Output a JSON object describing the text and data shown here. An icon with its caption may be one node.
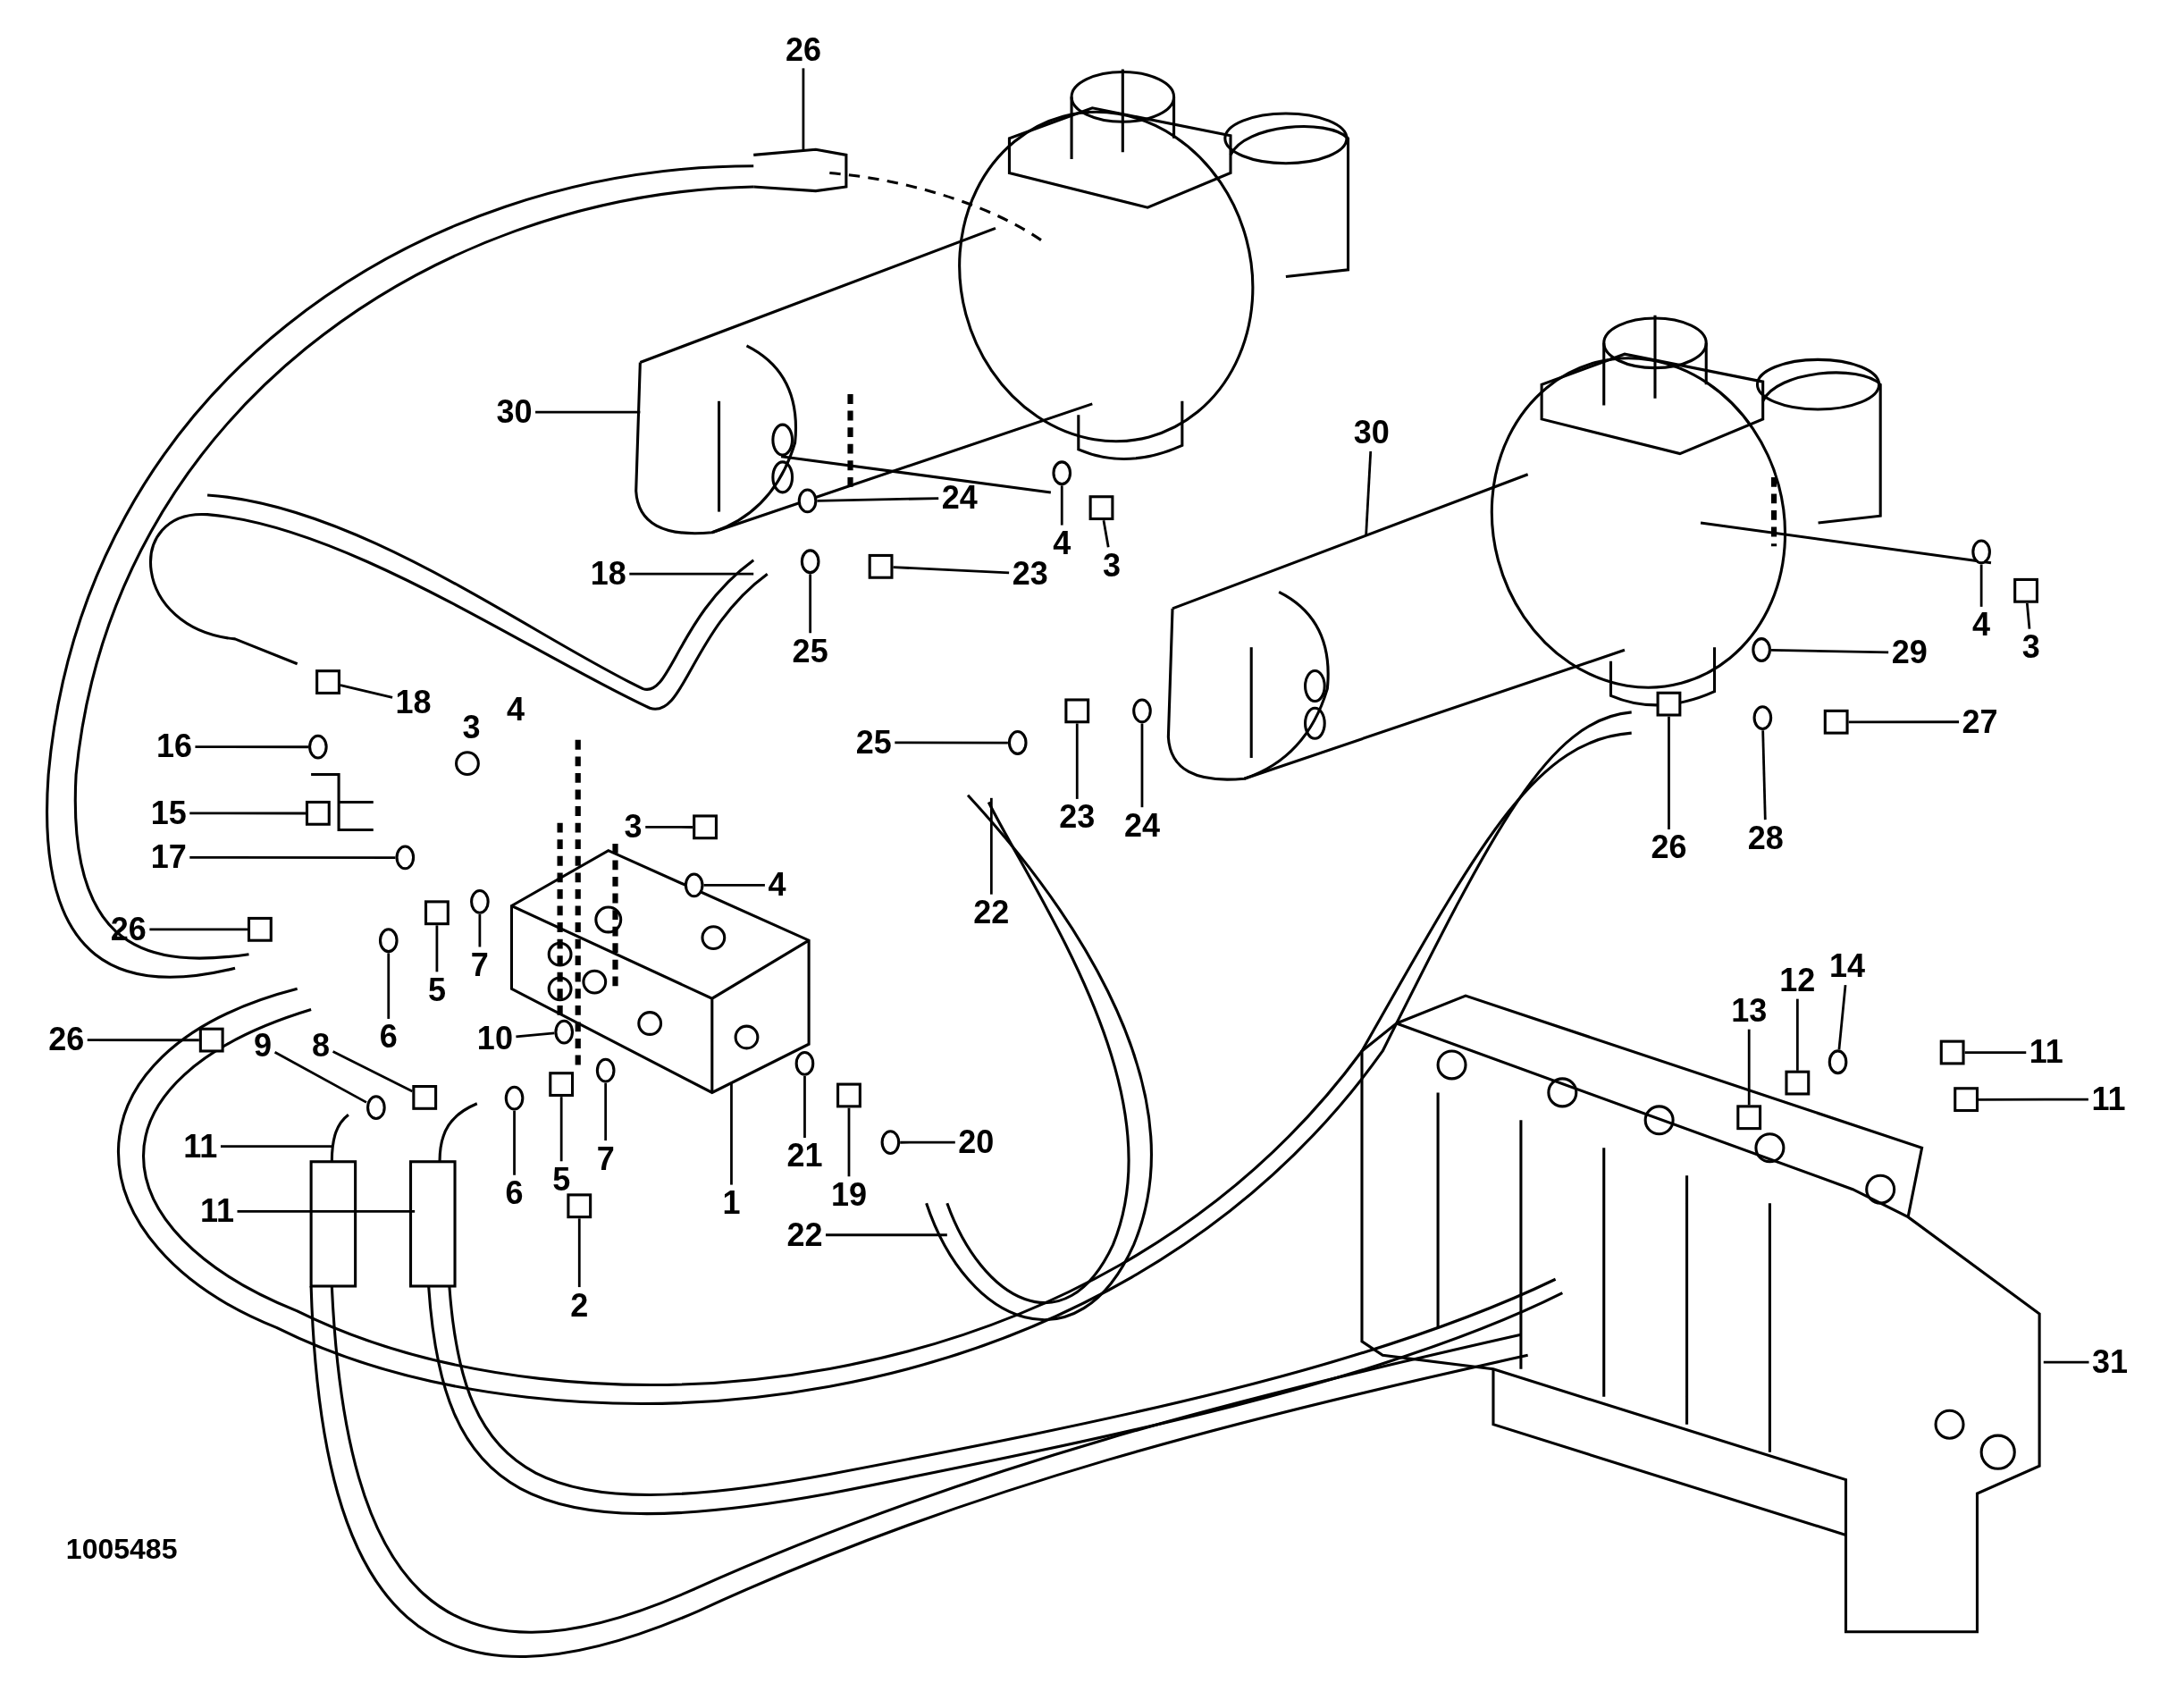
{
  "diagram": {
    "nodes": [
      {
        "text": [
          "26"
        ]
      },
      {
        "text": [
          "30"
        ]
      },
      {
        "text": [
          "24"
        ]
      },
      {
        "text": [
          "4"
        ]
      },
      {
        "text": [
          "3"
        ]
      },
      {
        "text": [
          "18"
        ]
      },
      {
        "text": [
          "23"
        ]
      },
      {
        "text": [
          "25"
        ]
      },
      {
        "text": [
          "30"
        ]
      },
      {
        "text": [
          "4"
        ]
      },
      {
        "text": [
          "3"
        ]
      },
      {
        "text": [
          "29"
        ]
      },
      {
        "text": [
          "27"
        ]
      },
      {
        "text": [
          "18"
        ]
      },
      {
        "text": [
          "16"
        ]
      },
      {
        "text": [
          "25"
        ]
      },
      {
        "text": [
          "23"
        ]
      },
      {
        "text": [
          "24"
        ]
      },
      {
        "text": [
          "26"
        ]
      },
      {
        "text": [
          "28"
        ]
      },
      {
        "text": [
          "15"
        ]
      },
      {
        "text": [
          "3"
        ]
      },
      {
        "text": [
          "4"
        ]
      },
      {
        "text": [
          "17"
        ]
      },
      {
        "text": [
          "26"
        ]
      },
      {
        "text": [
          "22"
        ]
      },
      {
        "text": [
          "7"
        ]
      },
      {
        "text": [
          "5"
        ]
      },
      {
        "text": [
          "6"
        ]
      },
      {
        "text": [
          "26"
        ]
      },
      {
        "text": [
          "10"
        ]
      },
      {
        "text": [
          "9"
        ]
      },
      {
        "text": [
          "8"
        ]
      },
      {
        "text": [
          "11"
        ]
      },
      {
        "text": [
          "12"
        ]
      },
      {
        "text": [
          "14"
        ]
      },
      {
        "text": [
          "13"
        ]
      },
      {
        "text": [
          "11"
        ]
      },
      {
        "text": [
          "11"
        ]
      },
      {
        "text": [
          "6"
        ]
      },
      {
        "text": [
          "5"
        ]
      },
      {
        "text": [
          "7"
        ]
      },
      {
        "text": [
          "1"
        ]
      },
      {
        "text": [
          "21"
        ]
      },
      {
        "text": [
          "19"
        ]
      },
      {
        "text": [
          "20"
        ]
      },
      {
        "text": [
          "11"
        ]
      },
      {
        "text": [
          "22"
        ]
      },
      {
        "text": [
          "2"
        ]
      },
      {
        "text": [
          "31"
        ]
      },
      {
        "text": [],
        "shape": "circle"
      },
      {
        "text": [],
        "shape": "circle"
      },
      {
        "text": [],
        "shape": "box"
      },
      {
        "text": [],
        "shape": "box"
      },
      {
        "text": [],
        "shape": "circle"
      },
      {
        "text": [],
        "shape": "circle"
      },
      {
        "text": [],
        "shape": "box"
      },
      {
        "text": [],
        "shape": "circle"
      },
      {
        "text": [],
        "shape": "box"
      },
      {
        "text": [],
        "shape": "box"
      },
      {
        "text": [],
        "shape": "circle"
      },
      {
        "text": [],
        "shape": "circle"
      },
      {
        "text": [],
        "shape": "box"
      },
      {
        "text": [],
        "shape": "circle"
      },
      {
        "text": [],
        "shape": "box"
      },
      {
        "text": [],
        "shape": "circle"
      },
      {
        "text": [],
        "shape": "box"
      },
      {
        "text": [],
        "shape": "box"
      },
      {
        "text": [],
        "shape": "circle"
      },
      {
        "text": [],
        "shape": "circle"
      },
      {
        "text": [],
        "shape": "box"
      },
      {
        "text": [],
        "shape": "circle"
      },
      {
        "text": [],
        "shape": "box"
      },
      {
        "text": [],
        "shape": "circle"
      },
      {
        "text": [],
        "shape": "box"
      },
      {
        "text": [],
        "shape": "circle"
      },
      {
        "text": [],
        "shape": "circle"
      },
      {
        "text": [],
        "shape": "box"
      },
      {
        "text": [],
        "shape": "box"
      },
      {
        "text": [],
        "shape": "box"
      },
      {
        "text": [],
        "shape": "circle"
      },
      {
        "text": [],
        "shape": "box"
      },
      {
        "text": [],
        "shape": "box"
      },
      {
        "text": [],
        "shape": "circle"
      },
      {
        "text": [],
        "shape": "box"
      },
      {
        "text": [],
        "shape": "circle"
      },
      {
        "text": [],
        "shape": "circle"
      },
      {
        "text": [],
        "shape": "box"
      },
      {
        "text": [],
        "shape": "circle"
      },
      {
        "text": [],
        "shape": "box"
      }
    ],
    "edges": [
      {
        "from": 0,
        "to": null,
        "arrow": "none"
      },
      {
        "from": 1,
        "to": null,
        "arrow": "none"
      },
      {
        "from": 2,
        "to": 50,
        "arrow": "none"
      },
      {
        "from": 3,
        "to": 51,
        "arrow": "none"
      },
      {
        "from": 4,
        "to": 52,
        "arrow": "none"
      },
      {
        "from": 5,
        "to": null,
        "arrow": "none"
      },
      {
        "from": 6,
        "to": 53,
        "arrow": "none"
      },
      {
        "from": 7,
        "to": 54,
        "arrow": "none"
      },
      {
        "from": 8,
        "to": null,
        "arrow": "none"
      },
      {
        "from": 9,
        "to": 55,
        "arrow": "none"
      },
      {
        "from": 10,
        "to": 56,
        "arrow": "none"
      },
      {
        "from": 11,
        "to": 57,
        "arrow": "none"
      },
      {
        "from": 12,
        "to": 58,
        "arrow": "none"
      },
      {
        "from": 13,
        "to": 59,
        "arrow": "none"
      },
      {
        "from": 14,
        "to": 60,
        "arrow": "none"
      },
      {
        "from": 15,
        "to": 61,
        "arrow": "none"
      },
      {
        "from": 16,
        "to": 62,
        "arrow": "none"
      },
      {
        "from": 17,
        "to": 63,
        "arrow": "none"
      },
      {
        "from": 18,
        "to": 64,
        "arrow": "none"
      },
      {
        "from": 19,
        "to": 65,
        "arrow": "none"
      },
      {
        "from": 20,
        "to": 66,
        "arrow": "none"
      },
      {
        "from": 21,
        "to": 67,
        "arrow": "none"
      },
      {
        "from": 22,
        "to": 68,
        "arrow": "none"
      },
      {
        "from": 23,
        "to": 69,
        "arrow": "none"
      },
      {
        "from": 24,
        "to": 70,
        "arrow": "none"
      },
      {
        "from": 25,
        "to": null,
        "arrow": "none"
      },
      {
        "from": 26,
        "to": 71,
        "arrow": "none"
      },
      {
        "from": 27,
        "to": 72,
        "arrow": "none"
      },
      {
        "from": 28,
        "to": 73,
        "arrow": "none"
      },
      {
        "from": 29,
        "to": 74,
        "arrow": "none"
      },
      {
        "from": 30,
        "to": 75,
        "arrow": "none"
      },
      {
        "from": 31,
        "to": 76,
        "arrow": "none"
      },
      {
        "from": 32,
        "to": 77,
        "arrow": "none"
      },
      {
        "from": 33,
        "to": 78,
        "arrow": "none"
      },
      {
        "from": 34,
        "to": 79,
        "arrow": "none"
      },
      {
        "from": 35,
        "to": 80,
        "arrow": "none"
      },
      {
        "from": 36,
        "to": 81,
        "arrow": "none"
      },
      {
        "from": 37,
        "to": 82,
        "arrow": "none"
      },
      {
        "from": 38,
        "to": null,
        "arrow": "none"
      },
      {
        "from": 39,
        "to": 83,
        "arrow": "none"
      },
      {
        "from": 40,
        "to": 84,
        "arrow": "none"
      },
      {
        "from": 41,
        "to": 85,
        "arrow": "none"
      },
      {
        "from": 42,
        "to": null,
        "arrow": "none"
      },
      {
        "from": 43,
        "to": 86,
        "arrow": "none"
      },
      {
        "from": 44,
        "to": 87,
        "arrow": "none"
      },
      {
        "from": 45,
        "to": 88,
        "arrow": "none"
      },
      {
        "from": 46,
        "to": null,
        "arrow": "none"
      },
      {
        "from": 47,
        "to": null,
        "arrow": "none"
      },
      {
        "from": 48,
        "to": 89,
        "arrow": "none"
      },
      {
        "from": 49,
        "to": null,
        "arrow": "none"
      }
    ],
    "labels": [
      "3",
      "4",
      "1005485"
    ]
  }
}
